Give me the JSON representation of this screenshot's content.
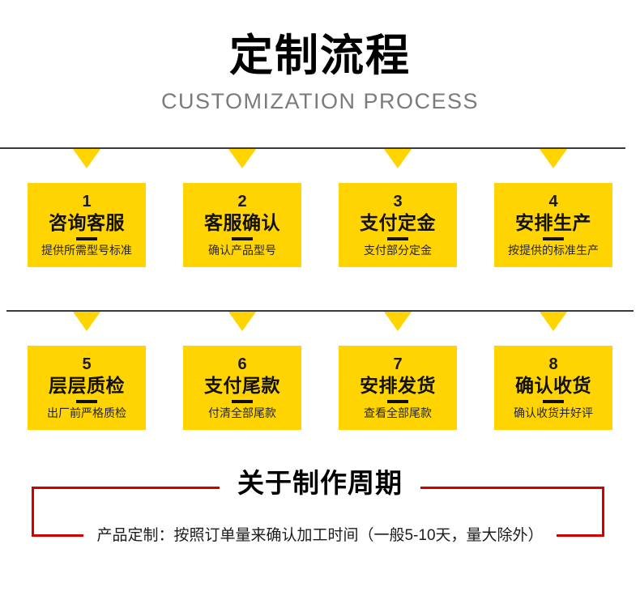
{
  "header": {
    "title": "定制流程",
    "subtitle": "CUSTOMIZATION PROCESS"
  },
  "colors": {
    "card_background": "#ffd400",
    "rule": "#3a3a3a",
    "note_border": "#d00000",
    "subtitle_text": "#7b7b7b",
    "card_text": "#111111"
  },
  "process": {
    "rows": [
      {
        "steps": [
          {
            "number": "1",
            "title": "咨询客服",
            "desc": "提供所需型号标准"
          },
          {
            "number": "2",
            "title": "客服确认",
            "desc": "确认产品型号"
          },
          {
            "number": "3",
            "title": "支付定金",
            "desc": "支付部分定金"
          },
          {
            "number": "4",
            "title": "安排生产",
            "desc": "按提供的标准生产"
          }
        ]
      },
      {
        "steps": [
          {
            "number": "5",
            "title": "层层质检",
            "desc": "出厂前严格质检"
          },
          {
            "number": "6",
            "title": "支付尾款",
            "desc": "付清全部尾款"
          },
          {
            "number": "7",
            "title": "安排发货",
            "desc": "查看全部尾款"
          },
          {
            "number": "8",
            "title": "确认收货",
            "desc": "确认收货并好评"
          }
        ]
      }
    ]
  },
  "note": {
    "title": "关于制作周期",
    "text": "产品定制：按照订单量来确认加工时间（一般5-10天，量大除外）"
  }
}
